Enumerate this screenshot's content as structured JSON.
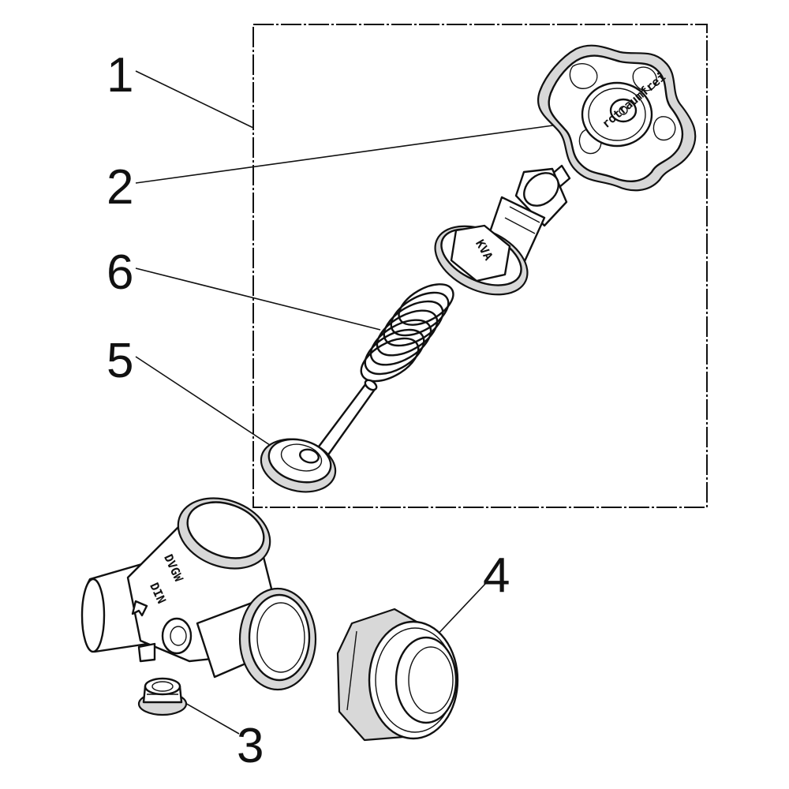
{
  "callouts": [
    {
      "id": "1",
      "label": "1"
    },
    {
      "id": "2",
      "label": "2"
    },
    {
      "id": "6",
      "label": "6"
    },
    {
      "id": "5",
      "label": "5"
    },
    {
      "id": "4",
      "label": "4"
    },
    {
      "id": "3",
      "label": "3"
    }
  ],
  "markings": {
    "handwheel_brand": "rotraumfrei",
    "bonnet_mark": "KVA",
    "body_cert_line1": "DVGW",
    "body_cert_line2": "DIN"
  },
  "parts": [
    {
      "name": "assembly-group-box",
      "callout": "1"
    },
    {
      "name": "handwheel",
      "callout": "2"
    },
    {
      "name": "spring",
      "callout": "6"
    },
    {
      "name": "valve-disc-stem",
      "callout": "5"
    },
    {
      "name": "union-nut",
      "callout": "4"
    },
    {
      "name": "drain-plug",
      "callout": "3"
    }
  ]
}
